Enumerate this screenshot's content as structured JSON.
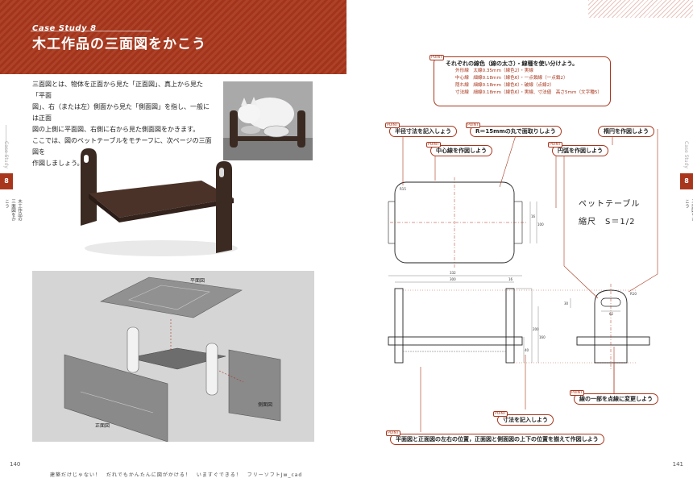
{
  "left_page": {
    "case_label": "Case Study 8",
    "title": "木工作品の三面図をかこう",
    "body": [
      "三面図とは、物体を正面から見た「正面図」、真上から見た「平面",
      "図」、右（または左）側面から見た「側面図」を指し、一般には正面",
      "図の上側に平面図、右側に右から見た側面図をかきます。",
      "ここでは、図のペットテーブルをモチーフに、次ページの三面図を",
      "作図しましょう。"
    ],
    "diagram_labels": {
      "plan": "平面図",
      "side": "側面図",
      "front": "正面図"
    },
    "page_number": "140",
    "footer": "建築だけじゃない！　だれでもかんたんに図がかける！　いますぐできる！　フリーソフトJw_cad"
  },
  "side_tab": {
    "caption": "Case Study",
    "number": "8",
    "subtitle": "木工作品の三面図をかこう"
  },
  "right_page": {
    "legend": {
      "tag": "POINT",
      "title": "それぞれの線色（線の太さ）・線種を使い分けよう。",
      "rows": [
        "外形線　太線0.35mm（線色2）・実線",
        "中心線　細線0.18mm（線色6）・一点鎖線（一点鎖2）",
        "隠れ線　細線0.18mm（線色6）・破線（点線2）",
        "寸法線　細線0.18mm（線色6）・実線、寸法値　高さ5mm（文字種5）"
      ]
    },
    "callouts": {
      "radius": "半径寸法を記入しょう",
      "chamfer": "R＝15mmの丸で面取りしよう",
      "ellipse": "楕円を作図しよう",
      "center": "中心線を作図しよう",
      "arc": "円弧を作図しよう",
      "dotted": "線の一部を点線に変更しよう",
      "dimension": "寸法を記入しよう",
      "align": "平面図と正面図の左右の位置，正面図と側面図の上下の位置を揃えて作図しよう"
    },
    "point_tag": "POINT",
    "drawing_title": "ペットテーブル",
    "scale": "縮尺　S＝1/2",
    "dims": {
      "d332": "332",
      "d300": "300",
      "d16a": "16",
      "d16b": "16",
      "d100": "100",
      "d200": "200",
      "d160": "160",
      "d30": "30",
      "d40": "40",
      "d62": "62",
      "r15": "R15",
      "r10": "R10"
    },
    "page_number": "141"
  },
  "colors": {
    "accent": "#a8361c"
  }
}
